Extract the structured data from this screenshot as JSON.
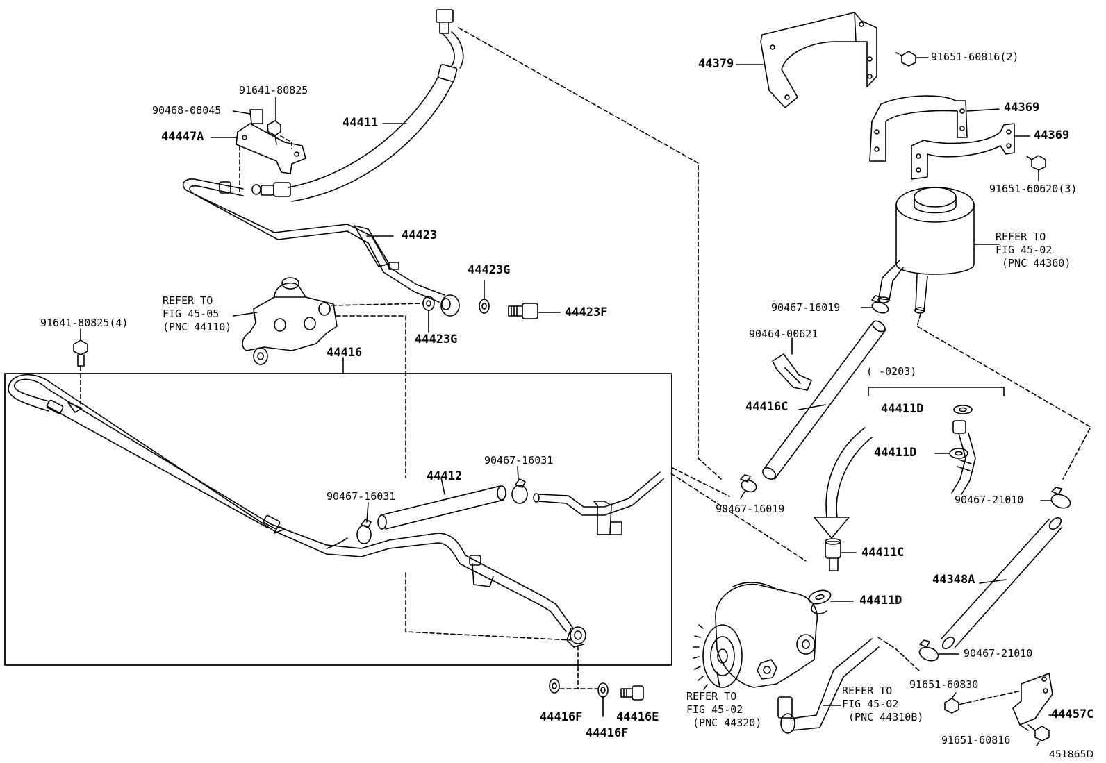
{
  "labels": {
    "p44411": "44411",
    "p91641_80825": "91641-80825",
    "p90468_08045": "90468-08045",
    "p44447A": "44447A",
    "p44423": "44423",
    "p44423G_a": "44423G",
    "p44423G_b": "44423G",
    "p44423F": "44423F",
    "p91641_80825_4": "91641-80825(4)",
    "p44416": "44416",
    "p44412": "44412",
    "p90467_16031_a": "90467-16031",
    "p90467_16031_b": "90467-16031",
    "p44416F_a": "44416F",
    "p44416F_b": "44416F",
    "p44416E": "44416E",
    "p44379": "44379",
    "p91651_60816_2": "91651-60816(2)",
    "p44369_a": "44369",
    "p44369_b": "44369",
    "p91651_60620_3": "91651-60620(3)",
    "p90467_16019_a": "90467-16019",
    "p90464_00621": "90464-00621",
    "p44416C": "44416C",
    "date_range": "(     -0203)",
    "p44411D_a": "44411D",
    "p44411D_b": "44411D",
    "p90467_16019_b": "90467-16019",
    "p90467_21010_a": "90467-21010",
    "p44411C": "44411C",
    "p44411D_c": "44411D",
    "p44348A": "44348A",
    "p90467_21010_b": "90467-21010",
    "p91651_60830": "91651-60830",
    "p44457C": "44457C",
    "p91651_60816": "91651-60816",
    "figure_number": "451865D"
  },
  "refs": {
    "ref_4505": "REFER TO\nFIG 45-05\n(PNC 44110)",
    "ref_4502_tank": "REFER TO\nFIG 45-02\n (PNC 44360)",
    "ref_4502_pump": "REFER TO\nFIG 45-02\n (PNC 44320)",
    "ref_4502_hose": "REFER TO\nFIG 45-02\n (PNC 44310B)"
  }
}
